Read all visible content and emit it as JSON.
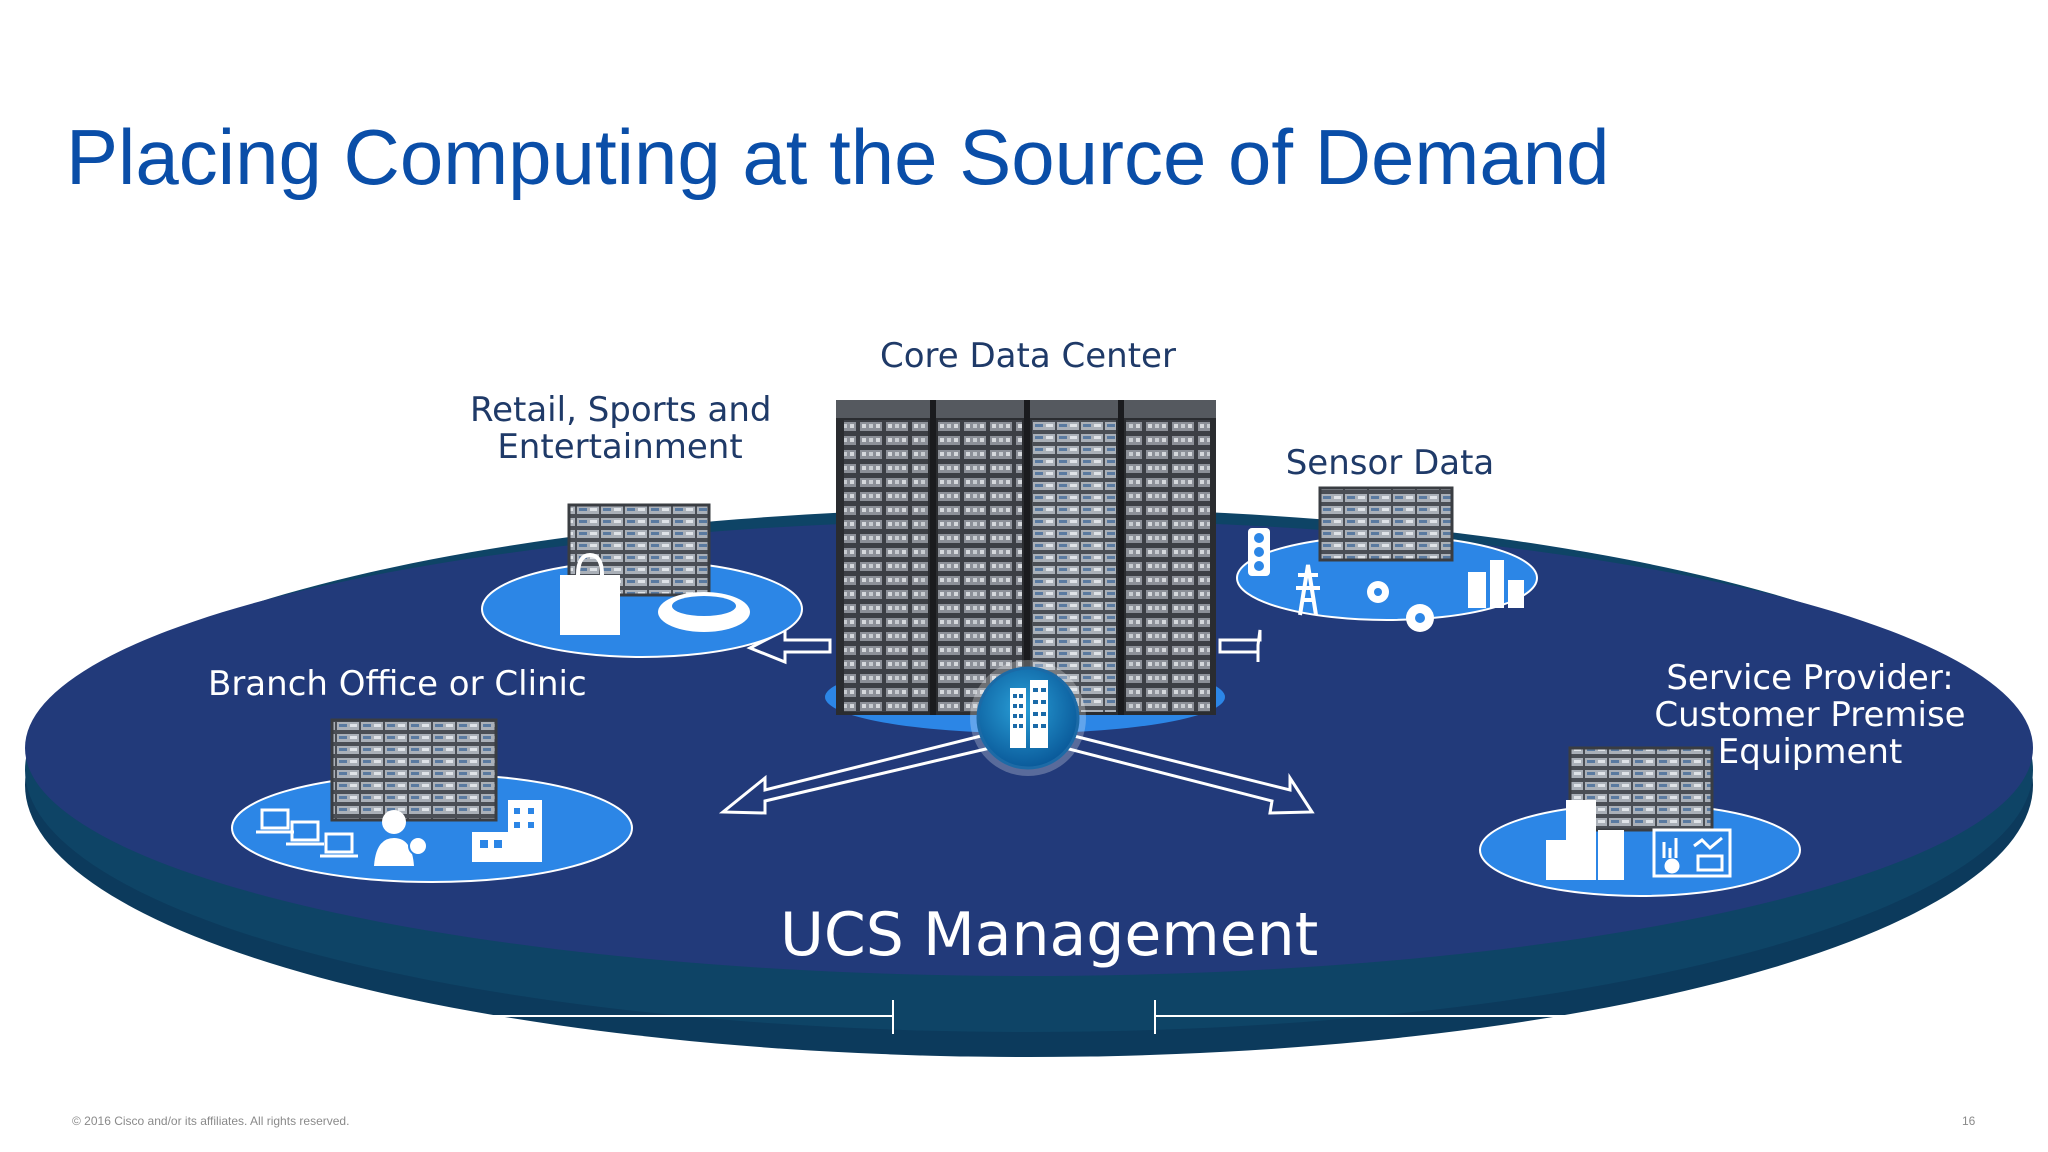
{
  "slide": {
    "title": "Placing Computing at the Source of Demand",
    "platform_label": "UCS Management",
    "footer_copyright": "© 2016 Cisco and/or its affiliates. All rights reserved.",
    "page_number": "16"
  },
  "nodes": {
    "core": {
      "label": "Core Data Center"
    },
    "retail": {
      "label_line1": "Retail, Sports and",
      "label_line2": "Entertainment"
    },
    "sensor": {
      "label": "Sensor Data"
    },
    "branch": {
      "label": "Branch Office or Clinic"
    },
    "provider": {
      "label_line1": "Service Provider:",
      "label_line2": "Customer Premise",
      "label_line3": "Equipment"
    }
  },
  "colors": {
    "title": "#0a4ea8",
    "platform_top": "#223a7a",
    "platform_edge": "#0c3a5c",
    "node_disc": "#2c86e6",
    "label": "#1f3a68"
  }
}
